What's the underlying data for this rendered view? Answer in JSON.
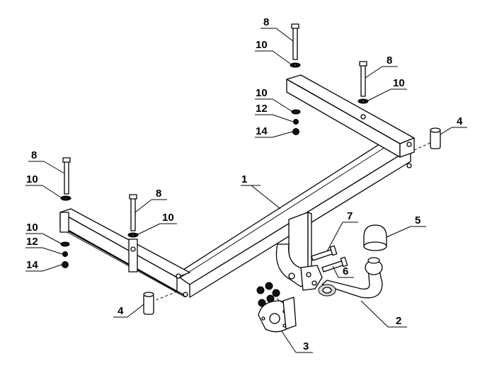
{
  "labels": {
    "l1": "1",
    "l2": "2",
    "l3": "3",
    "l4a": "4",
    "l4b": "4",
    "l5": "5",
    "l6": "6",
    "l7": "7",
    "l8a": "8",
    "l8b": "8",
    "l8c": "8",
    "l8d": "8",
    "l10a": "10",
    "l10b": "10",
    "l10c": "10",
    "l10d": "10",
    "l10e": "10",
    "l10f": "10",
    "l12a": "12",
    "l12b": "12",
    "l14a": "14",
    "l14b": "14"
  }
}
